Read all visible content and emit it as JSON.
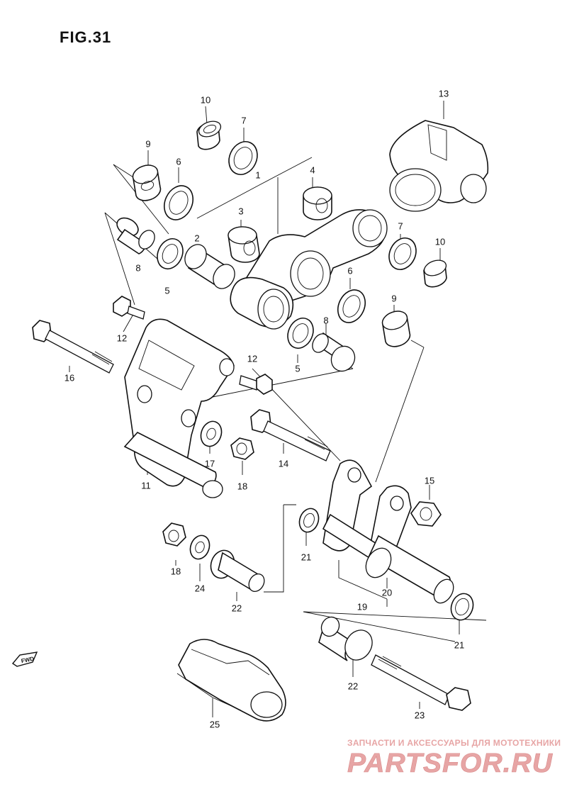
{
  "figure": {
    "title": "FIG.31",
    "fwd_label": "FWD"
  },
  "callouts": [
    {
      "id": "c1",
      "label": "1"
    },
    {
      "id": "c2",
      "label": "2"
    },
    {
      "id": "c3",
      "label": "3"
    },
    {
      "id": "c4",
      "label": "4"
    },
    {
      "id": "c5a",
      "label": "5"
    },
    {
      "id": "c5b",
      "label": "5"
    },
    {
      "id": "c6a",
      "label": "6"
    },
    {
      "id": "c6b",
      "label": "6"
    },
    {
      "id": "c7a",
      "label": "7"
    },
    {
      "id": "c7b",
      "label": "7"
    },
    {
      "id": "c8a",
      "label": "8"
    },
    {
      "id": "c8b",
      "label": "8"
    },
    {
      "id": "c9a",
      "label": "9"
    },
    {
      "id": "c9b",
      "label": "9"
    },
    {
      "id": "c10a",
      "label": "10"
    },
    {
      "id": "c10b",
      "label": "10"
    },
    {
      "id": "c11",
      "label": "11"
    },
    {
      "id": "c12a",
      "label": "12"
    },
    {
      "id": "c12b",
      "label": "12"
    },
    {
      "id": "c13",
      "label": "13"
    },
    {
      "id": "c14",
      "label": "14"
    },
    {
      "id": "c15",
      "label": "15"
    },
    {
      "id": "c16",
      "label": "16"
    },
    {
      "id": "c17",
      "label": "17"
    },
    {
      "id": "c18a",
      "label": "18"
    },
    {
      "id": "c18b",
      "label": "18"
    },
    {
      "id": "c19",
      "label": "19"
    },
    {
      "id": "c20",
      "label": "20"
    },
    {
      "id": "c21a",
      "label": "21"
    },
    {
      "id": "c21b",
      "label": "21"
    },
    {
      "id": "c22a",
      "label": "22"
    },
    {
      "id": "c22b",
      "label": "22"
    },
    {
      "id": "c23",
      "label": "23"
    },
    {
      "id": "c24",
      "label": "24"
    },
    {
      "id": "c25",
      "label": "25"
    }
  ],
  "watermark": {
    "tagline": "ЗАПЧАСТИ И АКСЕССУАРЫ ДЛЯ МОТОТЕХНИКИ",
    "logo_text": "PARTSFOR.RU",
    "color": "#e7a5a5"
  }
}
